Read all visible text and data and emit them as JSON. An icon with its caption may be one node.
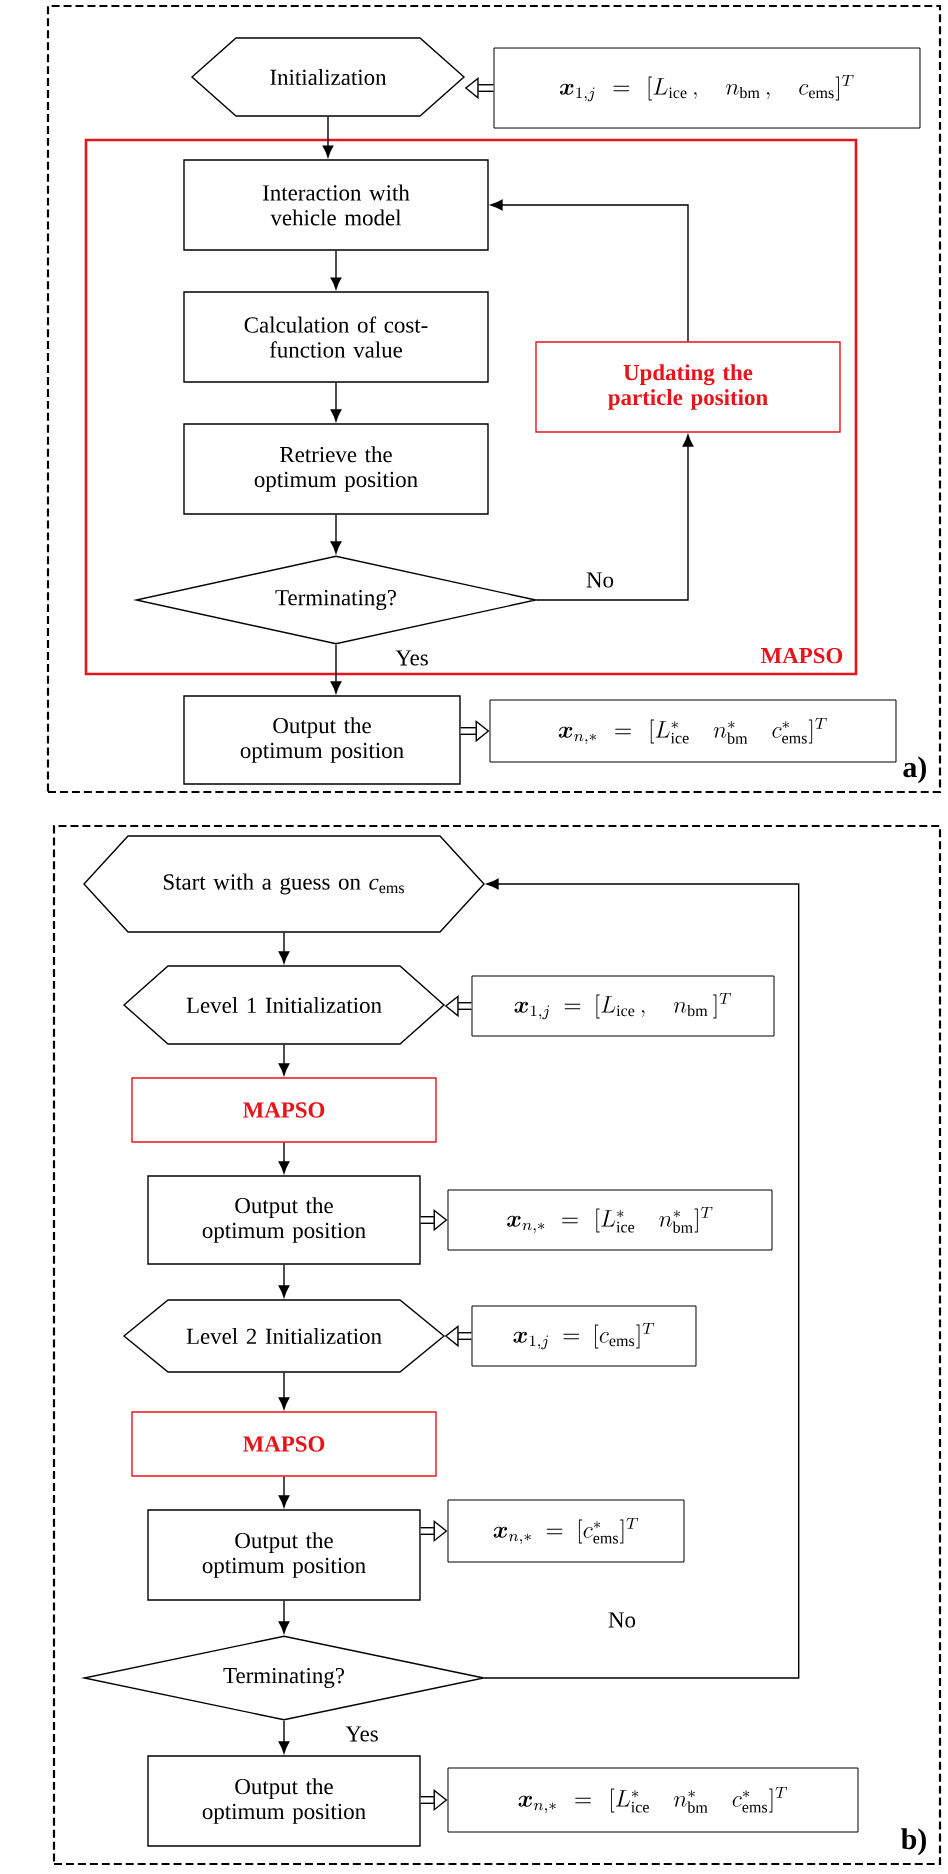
{
  "diagram": {
    "nodes": [
      {
        "text": [
          "a)"
        ]
      },
      {
        "text": [
          "Initialization"
        ],
        "in": 0
      },
      {
        "text": [
          "\\boldsymbol{x}_{1,j} = [L_{\\mathrm{ice}}\\,,\\quad n_{\\mathrm{bm}}\\,,\\quad c_{\\mathrm{ems}}]^{T}"
        ],
        "in": 0
      },
      {
        "text": [
          "MAPSO"
        ],
        "in": 0
      },
      {
        "text": [
          "Interaction with vehicle model"
        ],
        "in": 3
      },
      {
        "text": [
          "Calculation of cost-function value"
        ],
        "in": 3
      },
      {
        "text": [
          "Retrieve the optimum position"
        ],
        "in": 3
      },
      {
        "text": [
          "Terminating?"
        ],
        "in": 3
      },
      {
        "text": [
          "Updating the particle position"
        ],
        "in": 3
      },
      {
        "text": [
          "Output the optimum position"
        ],
        "in": 0
      },
      {
        "text": [
          "\\boldsymbol{x}_{n,*} = [L^{*}_{\\mathrm{ice}}\\quad n^{*}_{\\mathrm{bm}}\\quad c^{*}_{\\mathrm{ems}}]^{T}"
        ],
        "in": 0
      },
      {
        "text": [
          "b)"
        ]
      },
      {
        "text": [
          "Start with a guess on *c*$_{ems}$"
        ],
        "in": 11
      },
      {
        "text": [
          "Level 1 Initialization"
        ],
        "in": 11
      },
      {
        "text": [
          "\\boldsymbol{x}_{1,j} = [L_{\\mathrm{ice}}\\,,\\quad n_{\\mathrm{bm}}\\,]^{T}"
        ],
        "in": 11
      },
      {
        "text": [
          "MAPSO"
        ],
        "in": 11
      },
      {
        "text": [
          "Output the optimum position"
        ],
        "in": 11
      },
      {
        "text": [
          "\\boldsymbol{x}_{n,*} = [L^{*}_{\\mathrm{ice}}\\quad n^{*}_{\\mathrm{bm}}]^{T}"
        ],
        "in": 11
      },
      {
        "text": [
          "Level 2 Initialization"
        ],
        "in": 11
      },
      {
        "text": [
          "\\boldsymbol{x}_{1,j} = [c_{\\mathrm{ems}}]^{T}"
        ],
        "in": 11
      },
      {
        "text": [
          "MAPSO"
        ],
        "in": 11
      },
      {
        "text": [
          "Output the optimum position"
        ],
        "in": 11
      },
      {
        "text": [
          "\\boldsymbol{x}_{n,*} = [c^{*}_{\\mathrm{ems}}]^{T}"
        ],
        "in": 11
      },
      {
        "text": [
          "Terminating?"
        ],
        "in": 11
      },
      {
        "text": [
          "Output the optimum position"
        ],
        "in": 11
      },
      {
        "text": [
          "\\boldsymbol{x}_{n,*} = [L^{*}_{\\mathrm{ice}}\\quad n^{*}_{\\mathrm{bm}}\\quad c^{*}_{\\mathrm{ems}}]^{T}"
        ],
        "in": 11
      }
    ],
    "edges": [
      {
        "from": 2,
        "to": 1,
        "arrow": "to",
        "style": "thick"
      },
      {
        "from": 1,
        "to": 4,
        "arrow": "to"
      },
      {
        "from": 4,
        "to": 5,
        "arrow": "to"
      },
      {
        "from": 5,
        "to": 6,
        "arrow": "to"
      },
      {
        "from": 6,
        "to": 7,
        "arrow": "to"
      },
      {
        "from": 7,
        "to": 8,
        "arrow": "to",
        "label": "No"
      },
      {
        "from": 8,
        "to": 4,
        "arrow": "to"
      },
      {
        "from": 7,
        "to": 9,
        "arrow": "to",
        "label": "Yes"
      },
      {
        "from": 9,
        "to": 10,
        "arrow": "to",
        "style": "thick"
      },
      {
        "from": 12,
        "to": 13,
        "arrow": "to"
      },
      {
        "from": 14,
        "to": 13,
        "arrow": "to",
        "style": "thick"
      },
      {
        "from": 13,
        "to": 15,
        "arrow": "to"
      },
      {
        "from": 15,
        "to": 16,
        "arrow": "to"
      },
      {
        "from": 16,
        "to": 17,
        "arrow": "to",
        "style": "thick"
      },
      {
        "from": 16,
        "to": 18,
        "arrow": "to"
      },
      {
        "from": 19,
        "to": 18,
        "arrow": "to",
        "style": "thick"
      },
      {
        "from": 18,
        "to": 20,
        "arrow": "to"
      },
      {
        "from": 20,
        "to": 21,
        "arrow": "to"
      },
      {
        "from": 21,
        "to": 22,
        "arrow": "to",
        "style": "thick"
      },
      {
        "from": 21,
        "to": 23,
        "arrow": "to"
      },
      {
        "from": 23,
        "to": 12,
        "arrow": "to",
        "label": "No"
      },
      {
        "from": 23,
        "to": 24,
        "arrow": "to",
        "label": "Yes"
      },
      {
        "from": 24,
        "to": 25,
        "arrow": "to",
        "style": "thick"
      }
    ]
  }
}
